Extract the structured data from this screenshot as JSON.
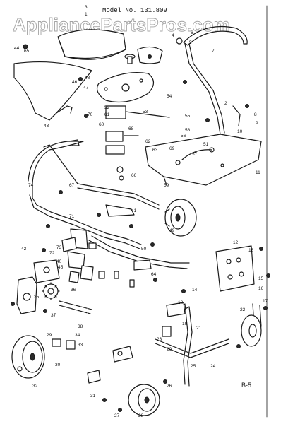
{
  "watermark": "AppliancePartsPros.com",
  "header": {
    "model": "Model No. 131.809"
  },
  "footer": {
    "page_ref": "B-5"
  },
  "labels": [
    "1",
    "2",
    "3",
    "4",
    "5",
    "6",
    "7",
    "8",
    "9",
    "10",
    "11",
    "12",
    "13",
    "14",
    "15",
    "16",
    "17",
    "18",
    "19",
    "20",
    "21",
    "22",
    "23",
    "24",
    "25",
    "26",
    "27",
    "28",
    "29",
    "30",
    "31",
    "32",
    "33",
    "34",
    "35",
    "36",
    "37",
    "38",
    "40",
    "41",
    "42",
    "43",
    "44",
    "45",
    "46",
    "47",
    "48",
    "49",
    "50",
    "51",
    "52",
    "53",
    "54",
    "55",
    "56",
    "57",
    "58",
    "59",
    "60",
    "61",
    "62",
    "63",
    "64",
    "65",
    "66",
    "67",
    "68",
    "69",
    "70",
    "71",
    "72",
    "73",
    "74"
  ],
  "colors": {
    "ink": "#1a1a1a",
    "paper": "#ffffff",
    "watermark_outline": "#9a9a9a"
  }
}
